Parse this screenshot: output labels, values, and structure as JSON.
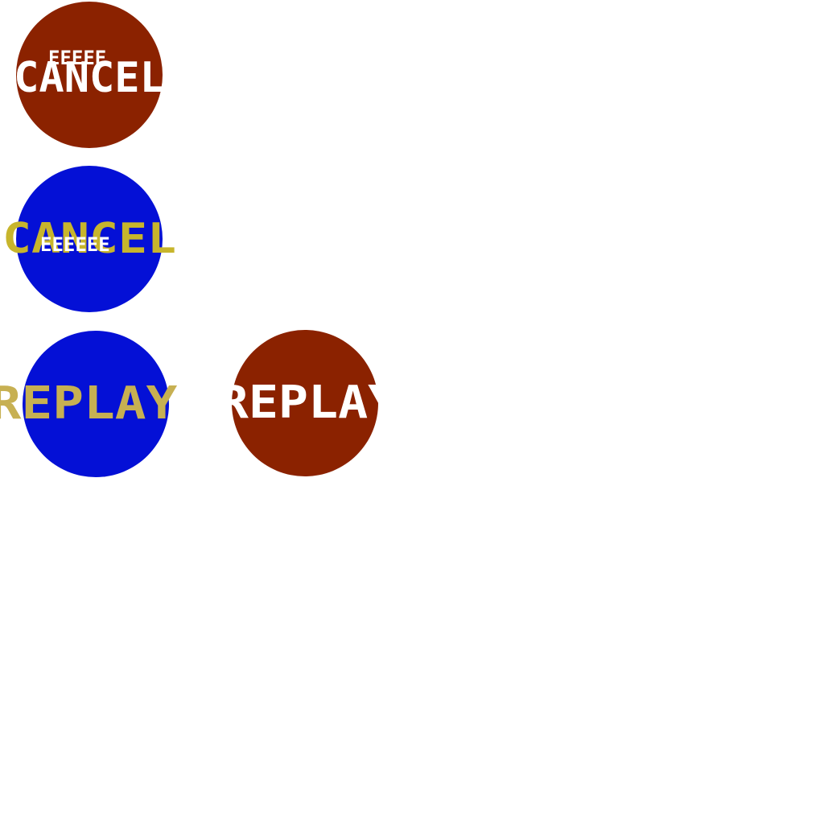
{
  "buttons": [
    {
      "label": "CANCEL",
      "sublabel": "EEEEE",
      "bg_color": "#8b2200",
      "text_color": "#ffffff"
    },
    {
      "label": "CANCEL",
      "sublabel": "EEEEEE",
      "bg_color": "#0410d6",
      "text_color": "#c7b52c"
    },
    {
      "label": "REPLAY",
      "bg_color": "#0410d6",
      "text_color": "#c7b052"
    },
    {
      "label": "REPLAY",
      "bg_color": "#8b2200",
      "text_color": "#ffffff"
    }
  ]
}
